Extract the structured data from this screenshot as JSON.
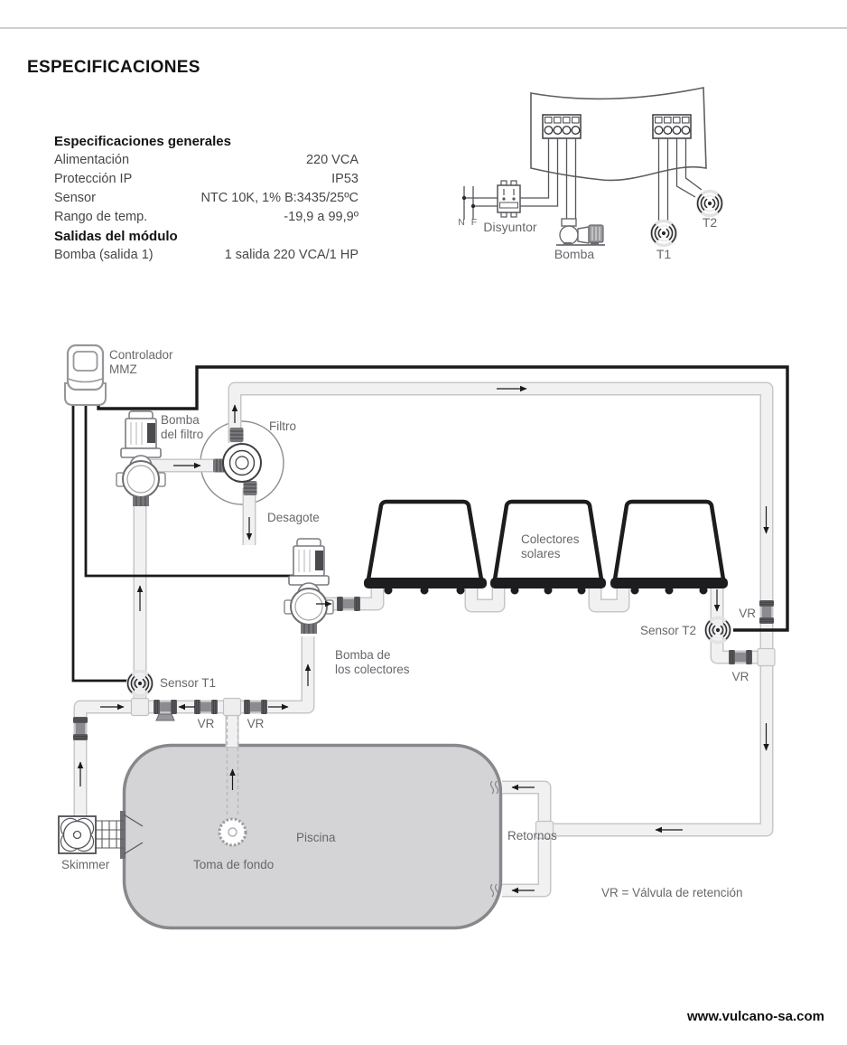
{
  "header": {
    "title": "ESPECIFICACIONES"
  },
  "specs": {
    "general_header": "Especificaciones generales",
    "general_rows": [
      {
        "label": "Alimentación",
        "value": "220 VCA"
      },
      {
        "label": "Protección IP",
        "value": "IP53"
      },
      {
        "label": "Sensor",
        "value": "NTC 10K, 1% B:3435/25ºC"
      },
      {
        "label": "Rango de temp.",
        "value": "-19,9 a 99,9º"
      }
    ],
    "outputs_header": "Salidas del módulo",
    "output_rows": [
      {
        "label": "Bomba (salida 1)",
        "value": "1 salida 220 VCA/1 HP"
      }
    ]
  },
  "wiring": {
    "neutral_label": "N",
    "phase_label": "F",
    "breaker_label": "Disyuntor",
    "pump_label": "Bomba",
    "sensor1_label": "T1",
    "sensor2_label": "T2"
  },
  "diagram": {
    "controller_line1": "Controlador",
    "controller_line2": "MMZ",
    "filter_pump_line1": "Bomba",
    "filter_pump_line2": "del filtro",
    "filter_label": "Filtro",
    "drain_label": "Desagote",
    "collectors_line1": "Colectores",
    "collectors_line2": "solares",
    "collectors_pump_line1": "Bomba de",
    "collectors_pump_line2": "los colectores",
    "sensor_t1_label": "Sensor T1",
    "sensor_t2_label": "Sensor T2",
    "check_valve_label": "VR",
    "pool_label": "Piscina",
    "bottom_drain_label": "Toma de fondo",
    "skimmer_label": "Skimmer",
    "returns_label": "Retornos",
    "legend": "VR = Válvula de retención"
  },
  "footer": {
    "website": "www.vulcano-sa.com"
  },
  "colors": {
    "pipe_fill": "#f1f1f2",
    "pipe_stroke": "#c7c7ca",
    "valve_dark": "#5b5b5f",
    "wire_black": "#1a1a1a",
    "pool_fill": "#d4d4d6",
    "pool_stroke": "#87878c",
    "label_gray": "#66686c",
    "collector_black": "#1d1d1f"
  }
}
